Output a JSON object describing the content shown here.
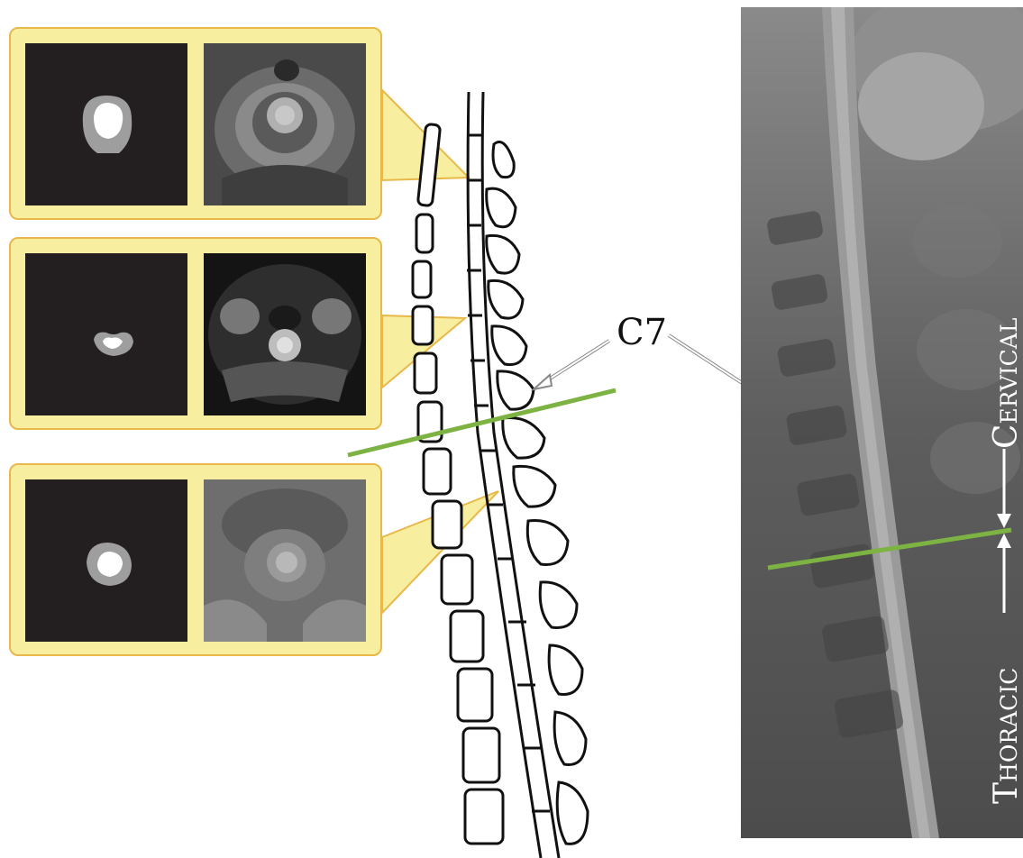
{
  "labels": {
    "vertebra": "C7",
    "upper_region": "Cervical",
    "lower_region": "Thoracic"
  },
  "colors": {
    "panel_fill": "#f7eea0",
    "panel_border": "#e8b84a",
    "cut_line": "#7cb342",
    "mask_background": "#231f20",
    "mask_outer": "#9e9e9e",
    "mask_inner": "#ffffff"
  },
  "panels": [
    {
      "name": "axial-slice-upper",
      "mask_shape": "round"
    },
    {
      "name": "axial-slice-middle",
      "mask_shape": "flat"
    },
    {
      "name": "axial-slice-lower",
      "mask_shape": "round"
    }
  ]
}
